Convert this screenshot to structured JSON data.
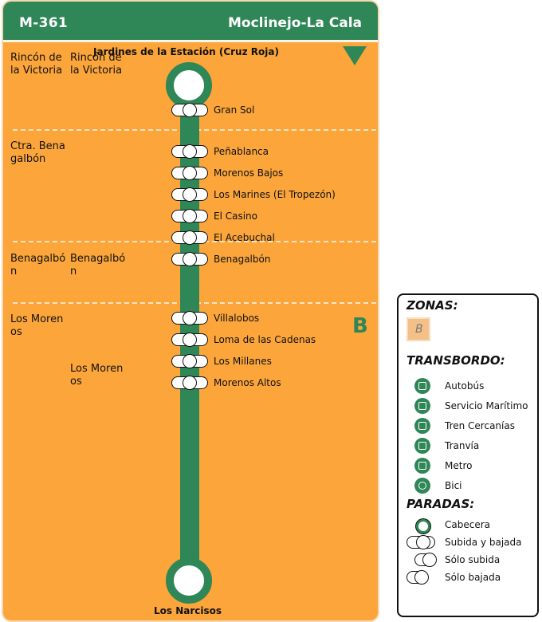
{
  "header": {
    "route_code": "M-361",
    "route_name": "Moclinejo-La Cala"
  },
  "terminals": {
    "start": "Jardines de la Estación (Cruz Roja)",
    "end": "Los Narcisos"
  },
  "areas": {
    "left": [
      "Rincón de la Victoria",
      "Ctra. Benagalbón",
      "Benagalbón",
      "Los Morenos"
    ],
    "right": [
      "Rincón de la Victoria",
      "Benagalbón",
      "Los Morenos"
    ]
  },
  "stops": [
    "Gran Sol",
    "Peñablanca",
    "Morenos Bajos",
    "Los Marines (El Tropezón)",
    "El Casino",
    "El Acebuchal",
    "Benagalbón",
    "Villalobos",
    "Loma de las Cadenas",
    "Los Millanes",
    "Morenos Altos"
  ],
  "zone_letter": "B",
  "legend": {
    "zonas_title": "ZONAS:",
    "zone_sample": "B",
    "transbordo_title": "TRANSBORDO:",
    "transbordo": [
      {
        "label": "Autobús",
        "icon": "bus-icon"
      },
      {
        "label": "Servicio Marítimo",
        "icon": "ferry-icon"
      },
      {
        "label": "Tren Cercanías",
        "icon": "train-icon"
      },
      {
        "label": "Tranvía",
        "icon": "tram-icon"
      },
      {
        "label": "Metro",
        "icon": "metro-icon"
      },
      {
        "label": "Bici",
        "icon": "bicycle-icon"
      }
    ],
    "paradas_title": "PARADAS:",
    "paradas": [
      "Cabecera",
      "Subida y bajada",
      "Sólo subida",
      "Sólo bajada"
    ]
  },
  "colors": {
    "line": "#2f8656",
    "background": "#fba53b"
  }
}
